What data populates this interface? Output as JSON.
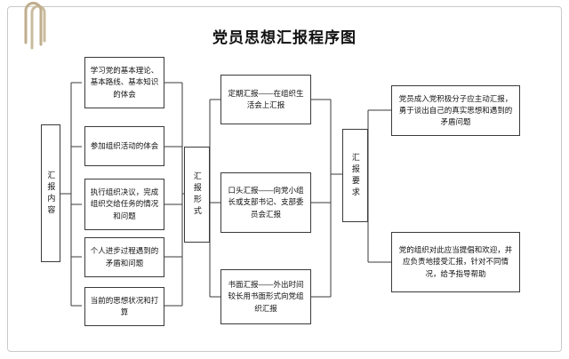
{
  "title": "党员思想汇报程序图",
  "nodes": {
    "report_content": "汇报内容",
    "report_form": "汇报形式",
    "report_request": "汇报要求",
    "content_items": [
      "学习党的基本理论、基本路线、基本知识的体会",
      "参加组织活动的体会",
      "执行组织决议，完成组织交给任务的情况和问题",
      "个人进步过程遇到的矛盾和问题",
      "当前的思想状况和打算"
    ],
    "form_items": [
      "定期汇报——在组织生活会上汇报",
      "口头汇报——向党小组长或支部书记、支部委员会汇报",
      "书面汇报——外出时间较长用书面形式向党组织汇报"
    ],
    "request_items": [
      "党员成入党积极分子应主动汇报，勇于谈出自己的真实思想和遇到的矛盾问题",
      "党的组织对此应当提倡和欢迎，并应负责地接受汇报，针对不同情况，给予指导帮助"
    ]
  },
  "colors": {
    "border": "#3a3a3a",
    "frame": "#c9c9c9",
    "clip": "#c8b89a",
    "text": "#111111"
  }
}
